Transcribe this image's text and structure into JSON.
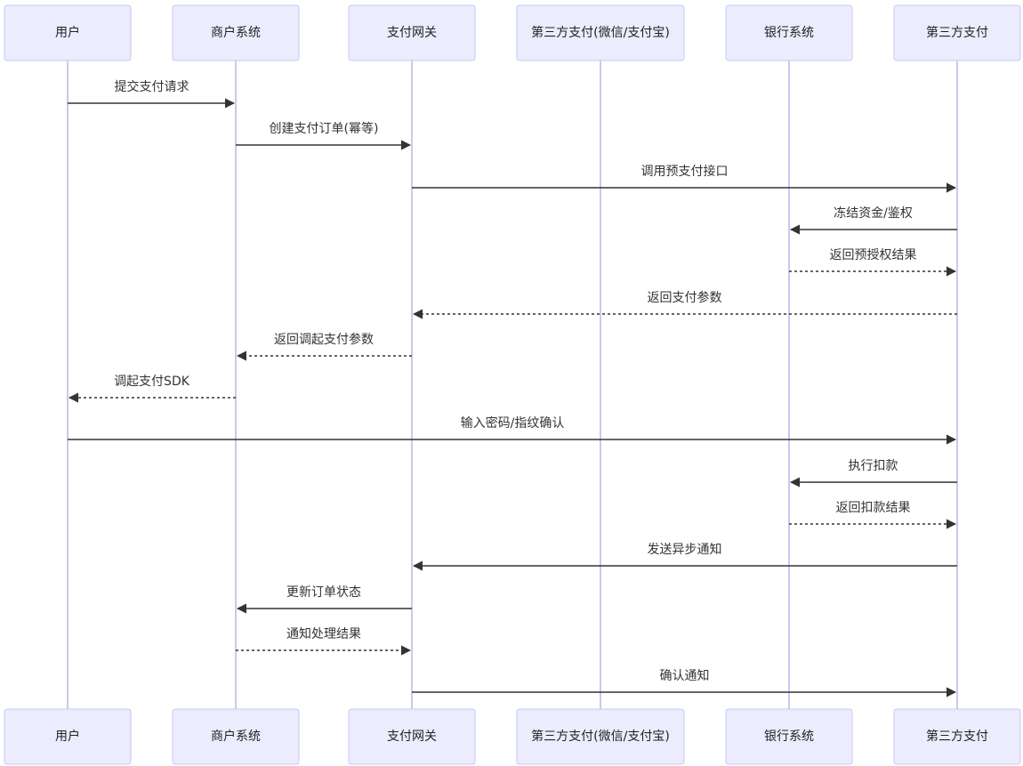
{
  "diagram": {
    "type": "sequence",
    "participants": [
      {
        "id": "user",
        "label": "用户"
      },
      {
        "id": "merchant",
        "label": "商户系统"
      },
      {
        "id": "gateway",
        "label": "支付网关"
      },
      {
        "id": "thirdpay_wx",
        "label": "第三方支付(微信/支付宝)"
      },
      {
        "id": "bank",
        "label": "银行系统"
      },
      {
        "id": "thirdpay",
        "label": "第三方支付"
      }
    ],
    "messages": [
      {
        "from": "user",
        "to": "merchant",
        "label": "提交支付请求",
        "style": "solid"
      },
      {
        "from": "merchant",
        "to": "gateway",
        "label": "创建支付订单(幂等)",
        "style": "solid"
      },
      {
        "from": "gateway",
        "to": "thirdpay",
        "label": "调用预支付接口",
        "style": "solid"
      },
      {
        "from": "thirdpay",
        "to": "bank",
        "label": "冻结资金/鉴权",
        "style": "solid"
      },
      {
        "from": "bank",
        "to": "thirdpay",
        "label": "返回预授权结果",
        "style": "dashed"
      },
      {
        "from": "thirdpay",
        "to": "gateway",
        "label": "返回支付参数",
        "style": "dashed"
      },
      {
        "from": "gateway",
        "to": "merchant",
        "label": "返回调起支付参数",
        "style": "dashed"
      },
      {
        "from": "merchant",
        "to": "user",
        "label": "调起支付SDK",
        "style": "dashed"
      },
      {
        "from": "user",
        "to": "thirdpay",
        "label": "输入密码/指纹确认",
        "style": "solid"
      },
      {
        "from": "thirdpay",
        "to": "bank",
        "label": "执行扣款",
        "style": "solid"
      },
      {
        "from": "bank",
        "to": "thirdpay",
        "label": "返回扣款结果",
        "style": "dashed"
      },
      {
        "from": "thirdpay",
        "to": "gateway",
        "label": "发送异步通知",
        "style": "solid"
      },
      {
        "from": "gateway",
        "to": "merchant",
        "label": "更新订单状态",
        "style": "solid"
      },
      {
        "from": "merchant",
        "to": "gateway",
        "label": "通知处理结果",
        "style": "dashed"
      },
      {
        "from": "gateway",
        "to": "thirdpay",
        "label": "确认通知",
        "style": "solid"
      }
    ],
    "colors": {
      "actor_fill": "#ececff",
      "actor_stroke": "#c9c9f0",
      "lifeline": "#c9c9f0",
      "message": "#333333"
    }
  }
}
